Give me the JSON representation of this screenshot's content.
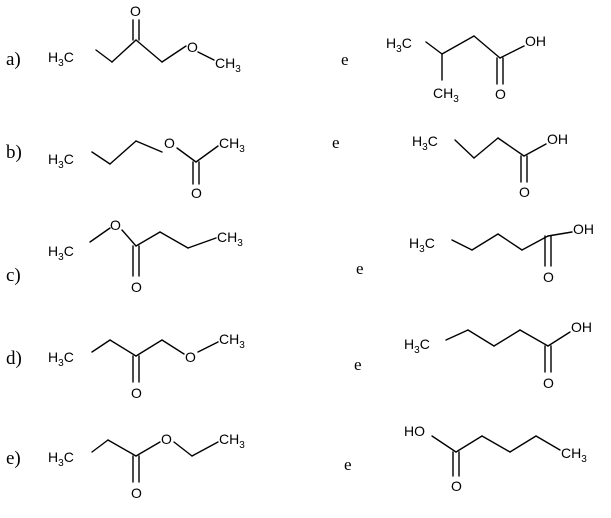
{
  "options": [
    {
      "label": "a)",
      "connector": "e",
      "left": {
        "labels": {
          "h3c": "H",
          "h3c_sub": "3",
          "h3c_c": "C",
          "o_carbonyl": "O",
          "o_ether": "O",
          "ch3": "CH",
          "ch3_sub": "3"
        }
      },
      "right": {
        "labels": {
          "h3c": "H",
          "h3c_sub": "3",
          "h3c_c": "C",
          "ch3": "CH",
          "ch3_sub": "3",
          "oh": "OH",
          "o": "O"
        }
      }
    },
    {
      "label": "b)",
      "connector": "e",
      "left": {
        "labels": {
          "h3c": "H",
          "h3c_sub": "3",
          "h3c_c": "C",
          "o_ester": "O",
          "o_carbonyl": "O",
          "ch3": "CH",
          "ch3_sub": "3"
        }
      },
      "right": {
        "labels": {
          "h3c": "H",
          "h3c_sub": "3",
          "h3c_c": "C",
          "oh": "OH",
          "o": "O"
        }
      }
    },
    {
      "label": "c)",
      "connector": "e",
      "left": {
        "labels": {
          "h3c": "H",
          "h3c_sub": "3",
          "h3c_c": "C",
          "o_ester": "O",
          "o_carbonyl": "O",
          "ch3": "CH",
          "ch3_sub": "3"
        }
      },
      "right": {
        "labels": {
          "h3c": "H",
          "h3c_sub": "3",
          "h3c_c": "C",
          "oh": "OH",
          "o": "O"
        }
      }
    },
    {
      "label": "d)",
      "connector": "e",
      "left": {
        "labels": {
          "h3c": "H",
          "h3c_sub": "3",
          "h3c_c": "C",
          "o_carbonyl": "O",
          "o_ether": "O",
          "ch3": "CH",
          "ch3_sub": "3"
        }
      },
      "right": {
        "labels": {
          "h3c": "H",
          "h3c_sub": "3",
          "h3c_c": "C",
          "oh": "OH",
          "o": "O"
        }
      }
    },
    {
      "label": "e)",
      "connector": "e",
      "left": {
        "labels": {
          "h3c": "H",
          "h3c_sub": "3",
          "h3c_c": "C",
          "o_ester": "O",
          "o_carbonyl": "O",
          "ch3": "CH",
          "ch3_sub": "3"
        }
      },
      "right": {
        "labels": {
          "ho": "HO",
          "o": "O",
          "ch3": "CH",
          "ch3_sub": "3"
        }
      }
    }
  ]
}
